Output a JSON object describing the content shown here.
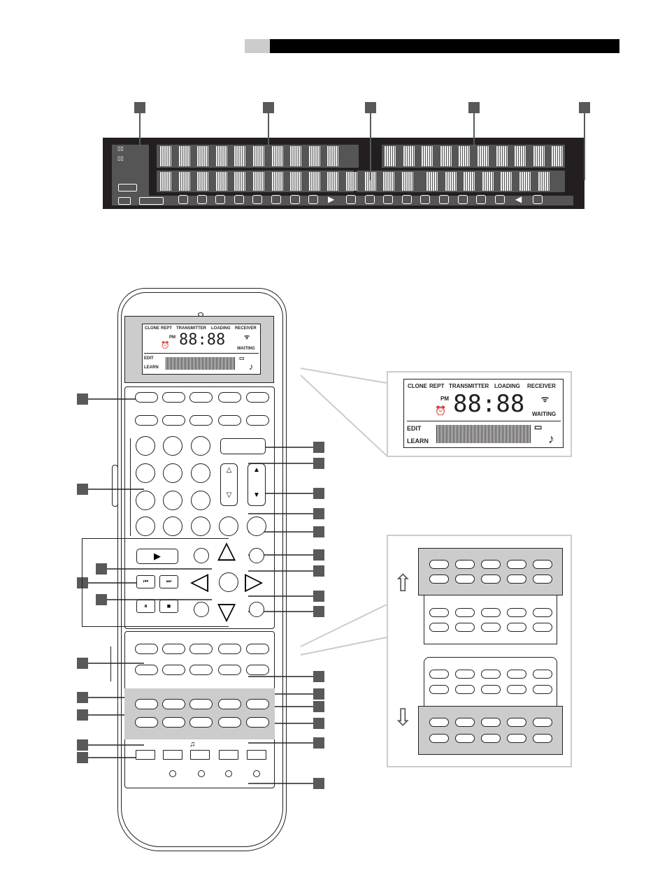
{
  "lcd": {
    "clone": "CLONE",
    "rept": "REPT",
    "transmitter": "TRANSMITTER",
    "loading": "LOADING",
    "receiver": "RECEIVER",
    "pm": "PM",
    "time": "88:88",
    "waiting": "WAITING",
    "edit": "EDIT",
    "learn": "LEARN"
  },
  "remote": {
    "note_symbol": "♫"
  },
  "colors": {
    "panel": "#231f20",
    "gray": "#cccccc",
    "callout": "#58595b"
  }
}
